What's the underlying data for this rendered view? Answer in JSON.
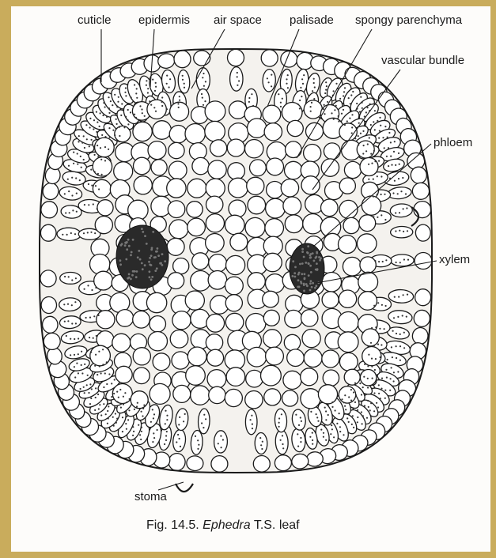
{
  "labels": {
    "cuticle": "cuticle",
    "epidermis": "epidermis",
    "air_space": "air space",
    "palisade": "palisade",
    "spongy_parenchyma": "spongy parenchyma",
    "vascular_bundle": "vascular bundle",
    "phloem": "phloem",
    "xylem": "xylem",
    "stoma": "stoma"
  },
  "caption": {
    "prefix": "Fig. 14.5.",
    "genus": "Ephedra",
    "suffix": "T.S. leaf"
  },
  "colors": {
    "background": "#c9ac5c",
    "paper": "#fdfcfa",
    "ink": "#1b1b1b"
  }
}
